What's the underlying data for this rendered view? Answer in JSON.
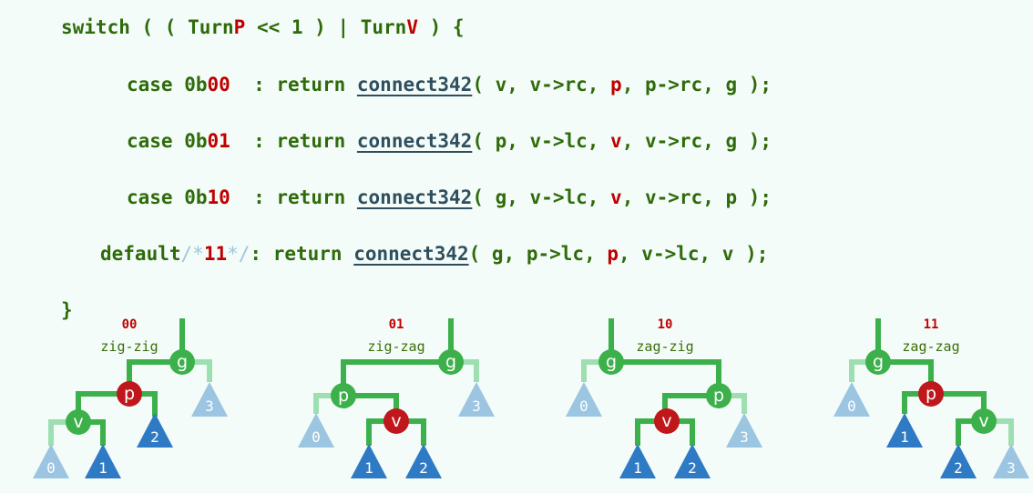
{
  "code": {
    "switch_line": {
      "kw": "switch ( ( Turn",
      "p": "P",
      "mid": " << 1 ) | Turn",
      "v": "V",
      "end": " ) {"
    },
    "cases": [
      {
        "pre": "case 0b",
        "bits": "00",
        "colon": "  : return ",
        "fn": "connect342",
        "open": "( v, v->rc, ",
        "red": "p",
        "close": ", p->rc, g );"
      },
      {
        "pre": "case 0b",
        "bits": "01",
        "colon": "  : return ",
        "fn": "connect342",
        "open": "( p, v->lc, ",
        "red": "v",
        "close": ", v->rc, g );"
      },
      {
        "pre": "case 0b",
        "bits": "10",
        "colon": "  : return ",
        "fn": "connect342",
        "open": "( g, v->lc, ",
        "red": "v",
        "close": ", v->rc, p );"
      },
      {
        "pre": "default",
        "cm_open": "/*",
        "bits": "11",
        "cm_close": "*/",
        "colon": ": return ",
        "fn": "connect342",
        "open": "( g, p->lc, ",
        "red": "p",
        "close": ", v->lc, v );"
      }
    ],
    "closing_brace": "}"
  },
  "colors": {
    "edge": "#3cb04a",
    "edge_light": "#9ddfb0",
    "node_green": "#3cb04a",
    "node_red": "#c0171c",
    "tri_dark": "#2f7ac4",
    "tri_light": "#9cc5e2",
    "label_code": "#c00000",
    "label_name": "#3c6e0a"
  },
  "diagrams": [
    {
      "code": "00",
      "name": "zig-zig",
      "nodes": [
        "g",
        "p",
        "v"
      ],
      "red_node": "p",
      "subtrees": [
        "0",
        "1",
        "2",
        "3"
      ]
    },
    {
      "code": "01",
      "name": "zig-zag",
      "nodes": [
        "g",
        "p",
        "v"
      ],
      "red_node": "v",
      "subtrees": [
        "0",
        "1",
        "2",
        "3"
      ]
    },
    {
      "code": "10",
      "name": "zag-zig",
      "nodes": [
        "g",
        "p",
        "v"
      ],
      "red_node": "v",
      "subtrees": [
        "0",
        "1",
        "2",
        "3"
      ]
    },
    {
      "code": "11",
      "name": "zag-zag",
      "nodes": [
        "g",
        "p",
        "v"
      ],
      "red_node": "p",
      "subtrees": [
        "0",
        "1",
        "2",
        "3"
      ]
    }
  ]
}
